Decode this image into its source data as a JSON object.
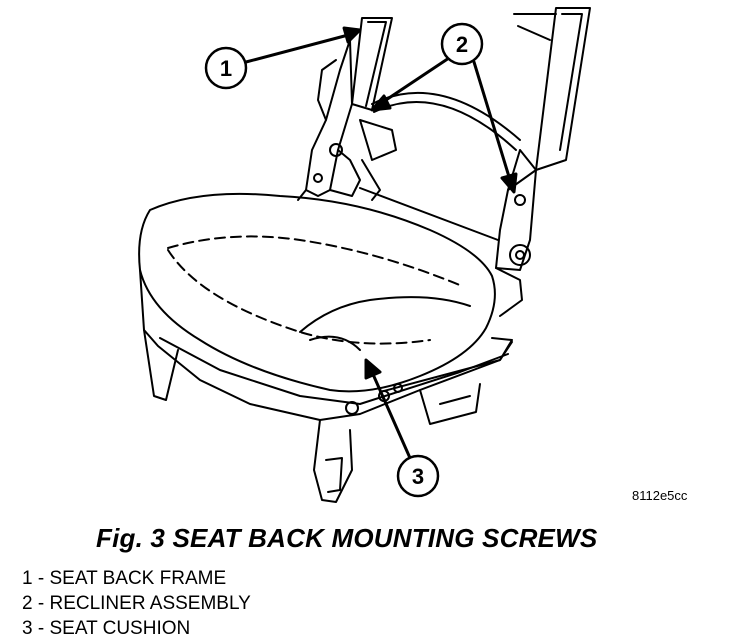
{
  "callouts": [
    {
      "number": "1",
      "label": "SEAT BACK FRAME"
    },
    {
      "number": "2",
      "label": "RECLINER ASSEMBLY"
    },
    {
      "number": "3",
      "label": "SEAT CUSHION"
    }
  ],
  "legend_separator": " - ",
  "figure_code": "8112e5cc",
  "figure_title": "Fig. 3 SEAT BACK MOUNTING SCREWS",
  "colors": {
    "ink": "#000000",
    "paper": "#ffffff"
  }
}
